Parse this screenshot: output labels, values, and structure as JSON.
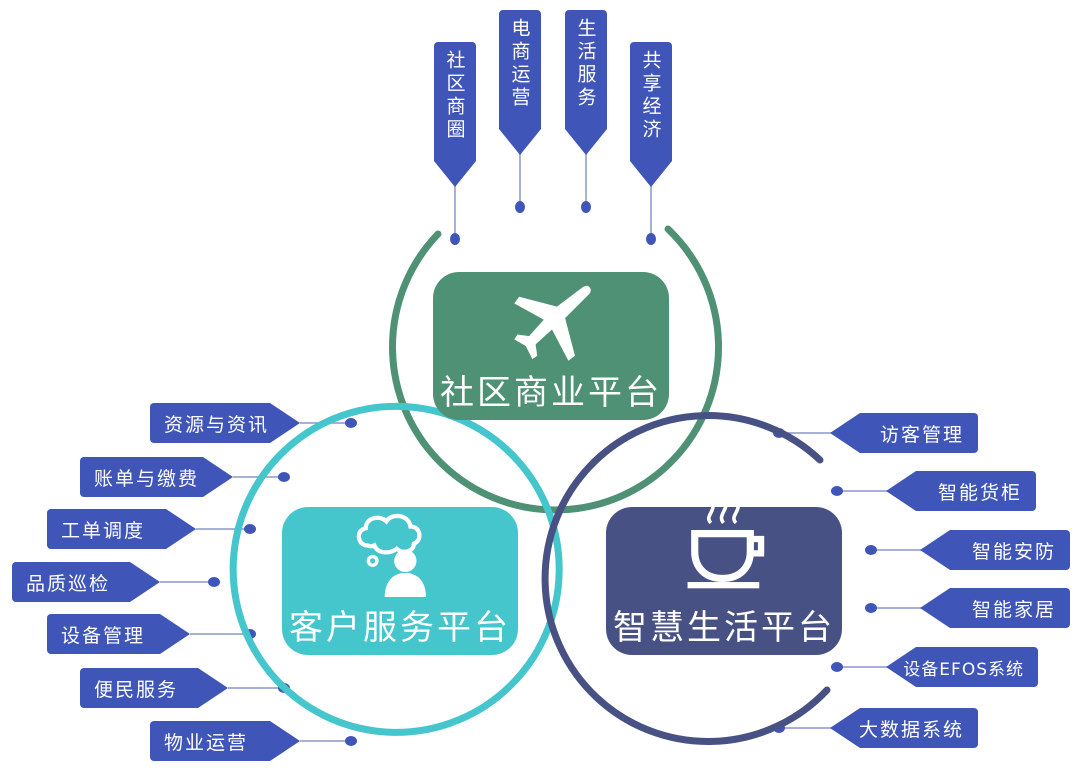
{
  "platforms": {
    "community": {
      "title": "社区商业平台",
      "icon": "airplane-icon",
      "color": "#4e9175"
    },
    "customer": {
      "title": "客户服务平台",
      "icon": "customer-service-icon",
      "color": "#45c5cc"
    },
    "life": {
      "title": "智慧生活平台",
      "icon": "coffee-cup-icon",
      "color": "#485184"
    }
  },
  "colors": {
    "tag": "#3f55b8",
    "circle_green": "#4e9175",
    "circle_cyan": "#45c5cc",
    "circle_navy": "#485184"
  },
  "top_tags": [
    "社区商圈",
    "电商运营",
    "生活服务",
    "共享经济"
  ],
  "left_tags": [
    "资源与资讯",
    "账单与缴费",
    "工单调度",
    "品质巡检",
    "设备管理",
    "便民服务",
    "物业运营"
  ],
  "right_tags": [
    "访客管理",
    "智能货柜",
    "智能安防",
    "智能家居",
    "设备EFOS系统",
    "大数据系统"
  ]
}
